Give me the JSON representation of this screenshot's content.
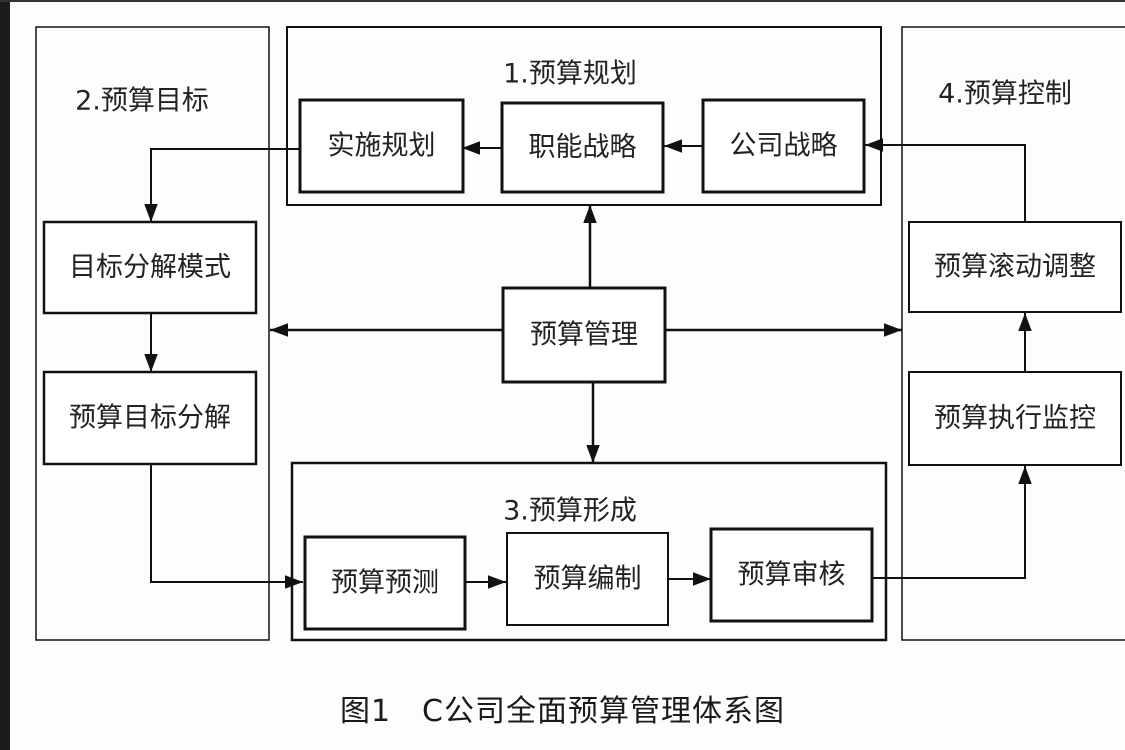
{
  "diagram": {
    "title": "图1　C公司全面预算管理体系图",
    "groups": [
      {
        "id": "planning",
        "label": "1.预算规划"
      },
      {
        "id": "target",
        "label": "2.预算目标"
      },
      {
        "id": "formation",
        "label": "3.预算形成"
      },
      {
        "id": "control",
        "label": "4.预算控制"
      }
    ],
    "nodes": [
      {
        "id": "implementation_plan",
        "label": "实施规划",
        "group": "planning"
      },
      {
        "id": "functional_strategy",
        "label": "职能战略",
        "group": "planning"
      },
      {
        "id": "company_strategy",
        "label": "公司战略",
        "group": "planning"
      },
      {
        "id": "target_decomposition_mode",
        "label": "目标分解模式",
        "group": "target"
      },
      {
        "id": "budget_target_decomposition",
        "label": "预算目标分解",
        "group": "target"
      },
      {
        "id": "budget_management",
        "label": "预算管理",
        "group": null
      },
      {
        "id": "budget_forecast",
        "label": "预算预测",
        "group": "formation"
      },
      {
        "id": "budget_preparation",
        "label": "预算编制",
        "group": "formation"
      },
      {
        "id": "budget_review",
        "label": "预算审核",
        "group": "formation"
      },
      {
        "id": "rolling_adjustment",
        "label": "预算滚动调整",
        "group": "control"
      },
      {
        "id": "execution_monitoring",
        "label": "预算执行监控",
        "group": "control"
      }
    ],
    "edges": [
      {
        "from": "company_strategy",
        "to": "functional_strategy"
      },
      {
        "from": "functional_strategy",
        "to": "implementation_plan"
      },
      {
        "from": "implementation_plan",
        "to": "target_decomposition_mode"
      },
      {
        "from": "target_decomposition_mode",
        "to": "budget_target_decomposition"
      },
      {
        "from": "budget_target_decomposition",
        "to": "budget_forecast"
      },
      {
        "from": "budget_forecast",
        "to": "budget_preparation"
      },
      {
        "from": "budget_preparation",
        "to": "budget_review"
      },
      {
        "from": "budget_review",
        "to": "execution_monitoring"
      },
      {
        "from": "execution_monitoring",
        "to": "rolling_adjustment"
      },
      {
        "from": "rolling_adjustment",
        "to": "company_strategy"
      },
      {
        "from": "budget_management",
        "to": "planning"
      },
      {
        "from": "budget_management",
        "to": "target"
      },
      {
        "from": "budget_management",
        "to": "formation"
      },
      {
        "from": "budget_management",
        "to": "control"
      }
    ]
  }
}
